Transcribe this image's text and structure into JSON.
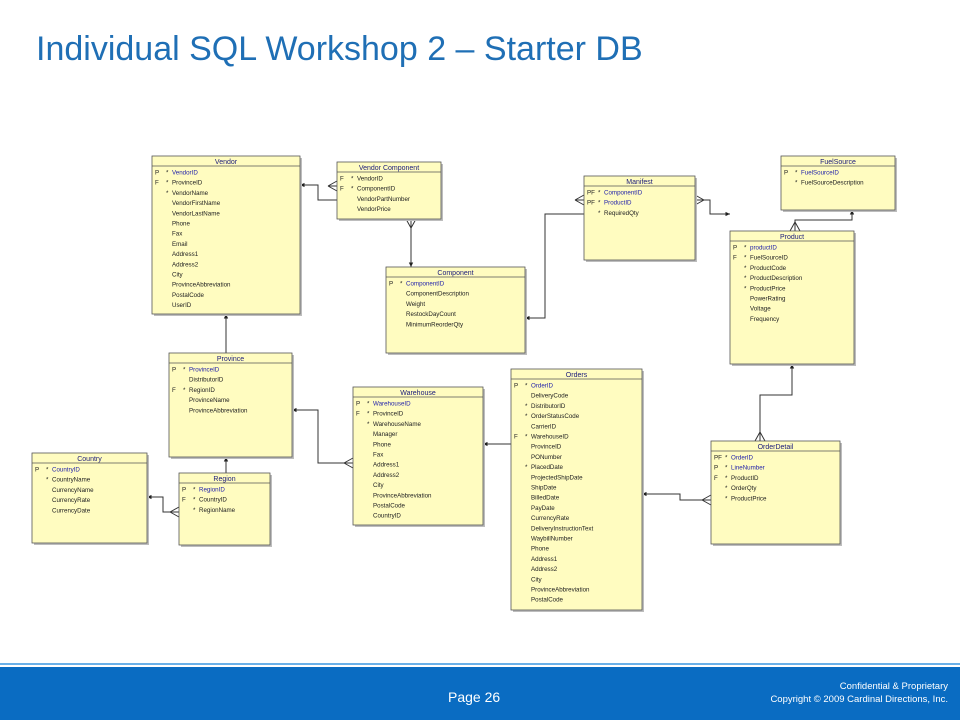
{
  "slide": {
    "title": "Individual SQL Workshop 2 – Starter DB"
  },
  "footer": {
    "page_label": "Page 26",
    "confidential": "Confidential & Proprietary",
    "copyright": "Copyright © 2009 Cardinal Directions, Inc."
  },
  "colors": {
    "title": "#1f6fb5",
    "footer_bg": "#0a6cc2",
    "table_fill": "#fffcc0",
    "table_border": "#555555",
    "column_link": "#2222aa"
  },
  "entities": {
    "vendor": {
      "name": "Vendor",
      "columns": [
        {
          "key": "P",
          "mark": "*",
          "name": "VendorID",
          "pk": true
        },
        {
          "key": "F",
          "mark": "*",
          "name": "ProvinceID",
          "pk": false
        },
        {
          "key": "",
          "mark": "*",
          "name": "VendorName",
          "pk": false
        },
        {
          "key": "",
          "mark": "",
          "name": "VendorFirstName",
          "pk": false
        },
        {
          "key": "",
          "mark": "",
          "name": "VendorLastName",
          "pk": false
        },
        {
          "key": "",
          "mark": "",
          "name": "Phone",
          "pk": false
        },
        {
          "key": "",
          "mark": "",
          "name": "Fax",
          "pk": false
        },
        {
          "key": "",
          "mark": "",
          "name": "Email",
          "pk": false
        },
        {
          "key": "",
          "mark": "",
          "name": "Address1",
          "pk": false
        },
        {
          "key": "",
          "mark": "",
          "name": "Address2",
          "pk": false
        },
        {
          "key": "",
          "mark": "",
          "name": "City",
          "pk": false
        },
        {
          "key": "",
          "mark": "",
          "name": "ProvinceAbbreviation",
          "pk": false
        },
        {
          "key": "",
          "mark": "",
          "name": "PostalCode",
          "pk": false
        },
        {
          "key": "",
          "mark": "",
          "name": "UserID",
          "pk": false
        }
      ]
    },
    "vendor_component": {
      "name": "Vendor Component",
      "columns": [
        {
          "key": "F",
          "mark": "*",
          "name": "VendorID",
          "pk": false
        },
        {
          "key": "F",
          "mark": "*",
          "name": "ComponentID",
          "pk": false
        },
        {
          "key": "",
          "mark": "",
          "name": "VendorPartNumber",
          "pk": false
        },
        {
          "key": "",
          "mark": "",
          "name": "VendorPrice",
          "pk": false
        }
      ]
    },
    "manifest": {
      "name": "Manifest",
      "columns": [
        {
          "key": "PF",
          "mark": "*",
          "name": "ComponentID",
          "pk": true
        },
        {
          "key": "PF",
          "mark": "*",
          "name": "ProductID",
          "pk": true
        },
        {
          "key": "",
          "mark": "*",
          "name": "RequiredQty",
          "pk": false
        }
      ]
    },
    "fuel_source": {
      "name": "FuelSource",
      "columns": [
        {
          "key": "P",
          "mark": "*",
          "name": "FuelSourceID",
          "pk": true
        },
        {
          "key": "",
          "mark": "*",
          "name": "FuelSourceDescription",
          "pk": false
        }
      ]
    },
    "product": {
      "name": "Product",
      "columns": [
        {
          "key": "P",
          "mark": "*",
          "name": "productID",
          "pk": true
        },
        {
          "key": "F",
          "mark": "*",
          "name": "FuelSourceID",
          "pk": false
        },
        {
          "key": "",
          "mark": "*",
          "name": "ProductCode",
          "pk": false
        },
        {
          "key": "",
          "mark": "*",
          "name": "ProductDescription",
          "pk": false
        },
        {
          "key": "",
          "mark": "*",
          "name": "ProductPrice",
          "pk": false
        },
        {
          "key": "",
          "mark": "",
          "name": "PowerRating",
          "pk": false
        },
        {
          "key": "",
          "mark": "",
          "name": "Voltage",
          "pk": false
        },
        {
          "key": "",
          "mark": "",
          "name": "Frequency",
          "pk": false
        }
      ]
    },
    "component": {
      "name": "Component",
      "columns": [
        {
          "key": "P",
          "mark": "*",
          "name": "ComponentID",
          "pk": true
        },
        {
          "key": "",
          "mark": "",
          "name": "ComponentDescription",
          "pk": false
        },
        {
          "key": "",
          "mark": "",
          "name": "Weight",
          "pk": false
        },
        {
          "key": "",
          "mark": "",
          "name": "RestockDayCount",
          "pk": false
        },
        {
          "key": "",
          "mark": "",
          "name": "MinimumReorderQty",
          "pk": false
        }
      ]
    },
    "province": {
      "name": "Province",
      "columns": [
        {
          "key": "P",
          "mark": "*",
          "name": "ProvinceID",
          "pk": true
        },
        {
          "key": "",
          "mark": "",
          "name": "DistributorID",
          "pk": false
        },
        {
          "key": "F",
          "mark": "*",
          "name": "RegionID",
          "pk": false
        },
        {
          "key": "",
          "mark": "",
          "name": "ProvinceName",
          "pk": false
        },
        {
          "key": "",
          "mark": "",
          "name": "ProvinceAbbreviation",
          "pk": false
        }
      ]
    },
    "warehouse": {
      "name": "Warehouse",
      "columns": [
        {
          "key": "P",
          "mark": "*",
          "name": "WarehouseID",
          "pk": true
        },
        {
          "key": "F",
          "mark": "*",
          "name": "ProvinceID",
          "pk": false
        },
        {
          "key": "",
          "mark": "*",
          "name": "WarehouseName",
          "pk": false
        },
        {
          "key": "",
          "mark": "",
          "name": "Manager",
          "pk": false
        },
        {
          "key": "",
          "mark": "",
          "name": "Phone",
          "pk": false
        },
        {
          "key": "",
          "mark": "",
          "name": "Fax",
          "pk": false
        },
        {
          "key": "",
          "mark": "",
          "name": "Address1",
          "pk": false
        },
        {
          "key": "",
          "mark": "",
          "name": "Address2",
          "pk": false
        },
        {
          "key": "",
          "mark": "",
          "name": "City",
          "pk": false
        },
        {
          "key": "",
          "mark": "",
          "name": "ProvinceAbbreviation",
          "pk": false
        },
        {
          "key": "",
          "mark": "",
          "name": "PostalCode",
          "pk": false
        },
        {
          "key": "",
          "mark": "",
          "name": "CountryID",
          "pk": false
        }
      ]
    },
    "orders": {
      "name": "Orders",
      "columns": [
        {
          "key": "P",
          "mark": "*",
          "name": "OrderID",
          "pk": true
        },
        {
          "key": "",
          "mark": "",
          "name": "DeliveryCode",
          "pk": false
        },
        {
          "key": "",
          "mark": "*",
          "name": "DistributorID",
          "pk": false
        },
        {
          "key": "",
          "mark": "*",
          "name": "OrderStatusCode",
          "pk": false
        },
        {
          "key": "",
          "mark": "",
          "name": "CarrierID",
          "pk": false
        },
        {
          "key": "F",
          "mark": "*",
          "name": "WarehouseID",
          "pk": false
        },
        {
          "key": "",
          "mark": "",
          "name": "ProvinceID",
          "pk": false
        },
        {
          "key": "",
          "mark": "",
          "name": "PONumber",
          "pk": false
        },
        {
          "key": "",
          "mark": "*",
          "name": "PlacedDate",
          "pk": false
        },
        {
          "key": "",
          "mark": "",
          "name": "ProjectedShipDate",
          "pk": false
        },
        {
          "key": "",
          "mark": "",
          "name": "ShipDate",
          "pk": false
        },
        {
          "key": "",
          "mark": "",
          "name": "BilledDate",
          "pk": false
        },
        {
          "key": "",
          "mark": "",
          "name": "PayDate",
          "pk": false
        },
        {
          "key": "",
          "mark": "",
          "name": "CurrencyRate",
          "pk": false
        },
        {
          "key": "",
          "mark": "",
          "name": "DeliveryInstructionText",
          "pk": false
        },
        {
          "key": "",
          "mark": "",
          "name": "WaybillNumber",
          "pk": false
        },
        {
          "key": "",
          "mark": "",
          "name": "Phone",
          "pk": false
        },
        {
          "key": "",
          "mark": "",
          "name": "Address1",
          "pk": false
        },
        {
          "key": "",
          "mark": "",
          "name": "Address2",
          "pk": false
        },
        {
          "key": "",
          "mark": "",
          "name": "City",
          "pk": false
        },
        {
          "key": "",
          "mark": "",
          "name": "ProvinceAbbreviation",
          "pk": false
        },
        {
          "key": "",
          "mark": "",
          "name": "PostalCode",
          "pk": false
        }
      ]
    },
    "order_detail": {
      "name": "OrderDetail",
      "columns": [
        {
          "key": "PF",
          "mark": "*",
          "name": "OrderID",
          "pk": true
        },
        {
          "key": "P",
          "mark": "*",
          "name": "LineNumber",
          "pk": true
        },
        {
          "key": "F",
          "mark": "*",
          "name": "ProductID",
          "pk": false
        },
        {
          "key": "",
          "mark": "*",
          "name": "OrderQty",
          "pk": false
        },
        {
          "key": "",
          "mark": "*",
          "name": "ProductPrice",
          "pk": false
        }
      ]
    },
    "country": {
      "name": "Country",
      "columns": [
        {
          "key": "P",
          "mark": "*",
          "name": "CountryID",
          "pk": true
        },
        {
          "key": "",
          "mark": "*",
          "name": "CountryName",
          "pk": false
        },
        {
          "key": "",
          "mark": "",
          "name": "CurrencyName",
          "pk": false
        },
        {
          "key": "",
          "mark": "",
          "name": "CurrencyRate",
          "pk": false
        },
        {
          "key": "",
          "mark": "",
          "name": "CurrencyDate",
          "pk": false
        }
      ]
    },
    "region": {
      "name": "Region",
      "columns": [
        {
          "key": "P",
          "mark": "*",
          "name": "RegionID",
          "pk": true
        },
        {
          "key": "F",
          "mark": "*",
          "name": "CountryID",
          "pk": false
        },
        {
          "key": "",
          "mark": "*",
          "name": "RegionName",
          "pk": false
        }
      ]
    }
  }
}
